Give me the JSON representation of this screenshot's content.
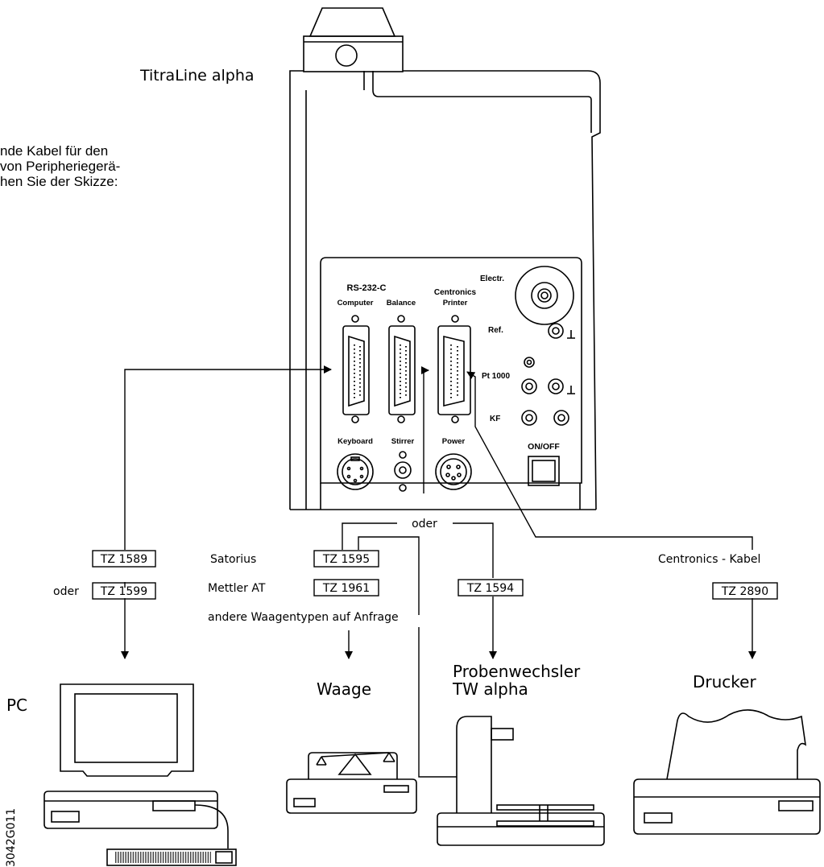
{
  "device": {
    "name": "TitraLine alpha",
    "panel": {
      "rs232_label": "RS-232-C",
      "centronics_label": "Centronics",
      "computer": "Computer",
      "balance": "Balance",
      "printer": "Printer",
      "electr": "Electr.",
      "ref": "Ref.",
      "pt1000": "Pt 1000",
      "kf": "KF",
      "on_off": "ON/OFF",
      "keyboard": "Keyboard",
      "stirrer": "Stirrer",
      "power": "Power"
    }
  },
  "intro_lines": [
    "nde Kabel für den",
    "von Peripheriegerä-",
    "hen Sie der Skizze:"
  ],
  "connections": {
    "oder_top": "oder",
    "pc_cable_1": "TZ 1589",
    "pc_or": "oder",
    "pc_cable_2": "TZ 1599",
    "satorius": "Satorius",
    "satorius_cable": "TZ 1595",
    "mettler": "Mettler AT",
    "mettler_cable": "TZ 1961",
    "other_balances": "andere Waagentypen auf Anfrage",
    "sampler_cable": "TZ 1594",
    "centronics_cable_label": "Centronics - Kabel",
    "printer_cable": "TZ 2890"
  },
  "peripherals": {
    "pc": "PC",
    "balance": "Waage",
    "sampler_line1": "Probenwechsler",
    "sampler_line2": "TW alpha",
    "printer": "Drucker"
  },
  "figure_id": "3042G011"
}
